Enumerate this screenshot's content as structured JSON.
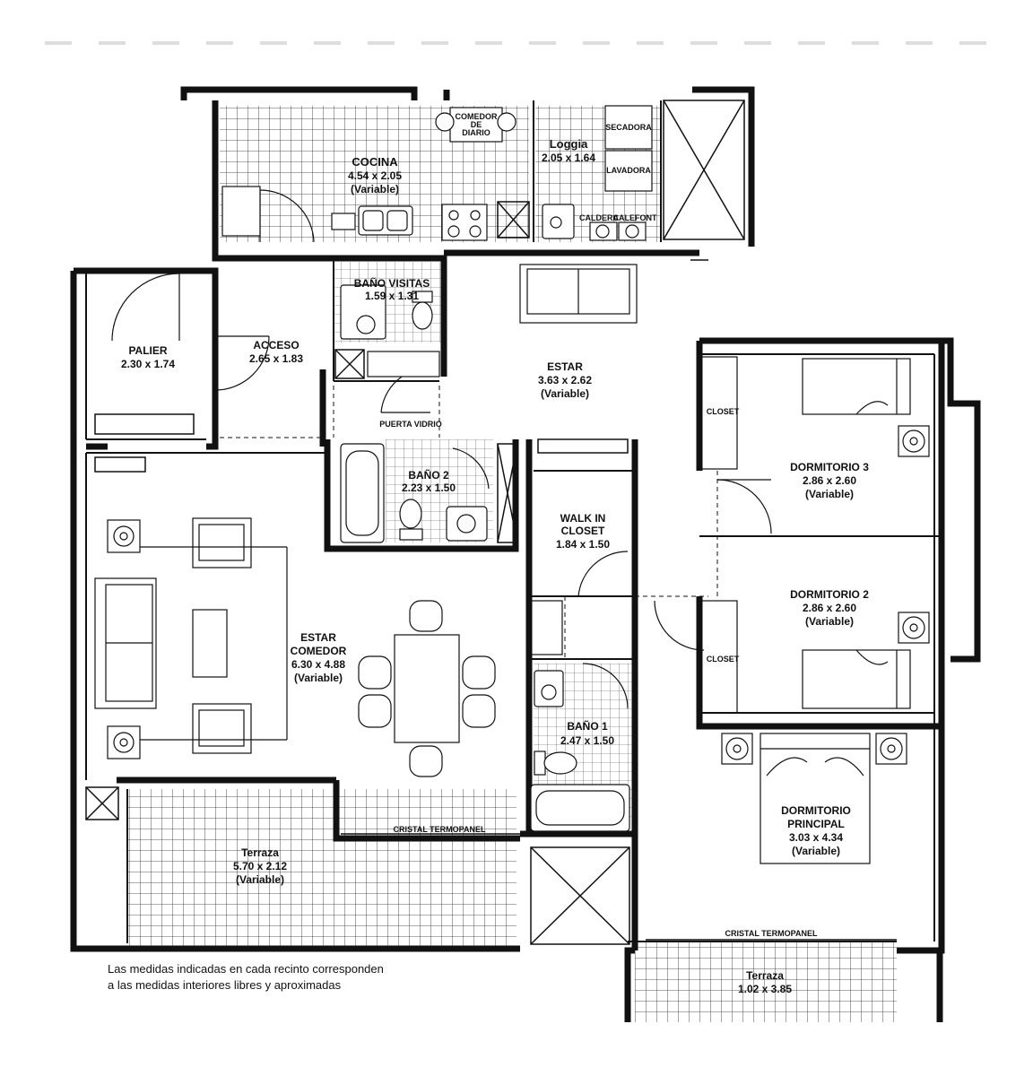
{
  "rooms": {
    "cocina": {
      "name": "COCINA",
      "dims": "4.54 x 2.05",
      "note": "(Variable)"
    },
    "loggia": {
      "name": "Loggia",
      "dims": "2.05 x 1.64"
    },
    "bano_visitas": {
      "name": "BAÑO VISITAS",
      "dims": "1.59 x 1.31"
    },
    "palier": {
      "name": "PALIER",
      "dims": "2.30 x 1.74"
    },
    "acceso": {
      "name": "ACCESO",
      "dims": "2.65 x 1.83"
    },
    "estar": {
      "name": "ESTAR",
      "dims": "3.63 x 2.62",
      "note": "(Variable)"
    },
    "bano2": {
      "name": "BAÑO 2",
      "dims": "2.23 x 1.50"
    },
    "walkin": {
      "name1": "WALK IN",
      "name2": "CLOSET",
      "dims": "1.84 x 1.50"
    },
    "dorm3": {
      "name": "DORMITORIO 3",
      "dims": "2.86 x 2.60",
      "note": "(Variable)"
    },
    "dorm2": {
      "name": "DORMITORIO 2",
      "dims": "2.86 x 2.60",
      "note": "(Variable)"
    },
    "estar_comedor": {
      "name1": "ESTAR",
      "name2": "COMEDOR",
      "dims": "6.30 x 4.88",
      "note": "(Variable)"
    },
    "bano1": {
      "name": "BAÑO 1",
      "dims": "2.47 x 1.50"
    },
    "dorm_principal": {
      "name1": "DORMITORIO",
      "name2": "PRINCIPAL",
      "dims": "3.03 x 4.34",
      "note": "(Variable)"
    },
    "terraza1": {
      "name": "Terraza",
      "dims": "5.70 x 2.12",
      "note": "(Variable)"
    },
    "terraza2": {
      "name": "Terraza",
      "dims": "1.02 x 3.85"
    }
  },
  "small_labels": {
    "comedor_diario": [
      "COMEDOR",
      "DE",
      "DIARIO"
    ],
    "secadora": "SECADORA",
    "lavadora": "LAVADORA",
    "caldera": "CALDERA",
    "calefont": "CALEFONT",
    "puerta_vidrio": "PUERTA VIDRIO",
    "closet_a": "CLOSET",
    "closet_b": "CLOSET",
    "cristal_a": "CRISTAL TERMOPANEL",
    "cristal_b": "CRISTAL TERMOPANEL"
  },
  "note": {
    "line1": "Las medidas indicadas en cada recinto corresponden",
    "line2": "a las medidas interiores libres y aproximadas"
  },
  "colors": {
    "ink": "#111111",
    "background": "#ffffff"
  },
  "icons": [
    "fan-icon",
    "sink-icon",
    "toilet-icon",
    "bathtub-icon",
    "bed-icon",
    "sofa-icon",
    "dining-table-icon",
    "stove-icon",
    "shaft-x-icon"
  ]
}
